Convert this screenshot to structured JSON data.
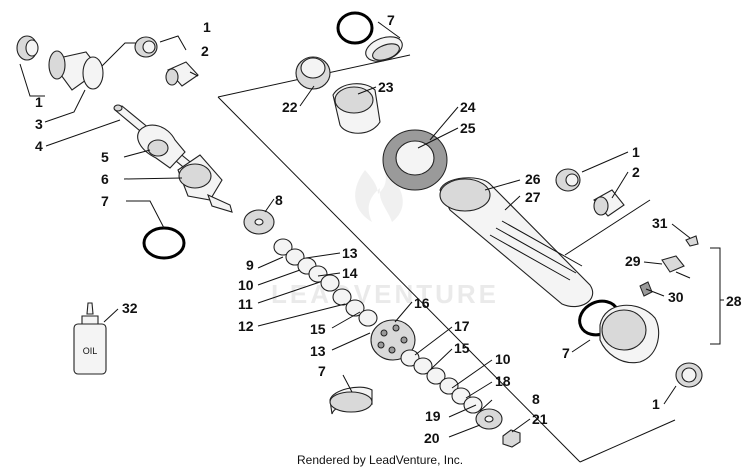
{
  "watermark": "LEADVENTURE",
  "footer": "Rendered by LeadVenture, Inc.",
  "oil_label": "OIL",
  "callouts": {
    "c1a": "1",
    "c2a": "2",
    "c1b": "1",
    "c3": "3",
    "c4": "4",
    "c5": "5",
    "c6": "6",
    "c7a": "7",
    "c8a": "8",
    "c9": "9",
    "c10a": "10",
    "c11": "11",
    "c12": "12",
    "c13a": "13",
    "c14": "14",
    "c15a": "15",
    "c13b": "13",
    "c7b": "7",
    "c16": "16",
    "c17": "17",
    "c15b": "15",
    "c10b": "10",
    "c18": "18",
    "c8b": "8",
    "c19": "19",
    "c21": "21",
    "c20": "20",
    "c7c": "7",
    "c22": "22",
    "c23": "23",
    "c24": "24",
    "c25": "25",
    "c26": "26",
    "c27": "27",
    "c1c": "1",
    "c2b": "2",
    "c31": "31",
    "c29": "29",
    "c30": "30",
    "c28": "28",
    "c7d": "7",
    "c1d": "1",
    "c32": "32"
  }
}
